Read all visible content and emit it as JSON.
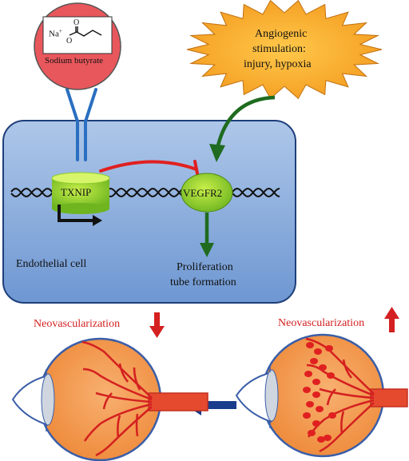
{
  "compound": {
    "label": "Sodium butyrate",
    "ion": "Na",
    "charge": "+",
    "o_top": "O",
    "o_bottom": "O"
  },
  "stimulus": {
    "line1": "Angiogenic",
    "line2": "stimulation:",
    "line3": "injury, hypoxia"
  },
  "cell": {
    "label": "Endothelial cell",
    "txnip_label": "TXNIP",
    "vegfr2_label": "VEGFR2",
    "outcome_line1": "Proliferation",
    "outcome_line2": "tube formation"
  },
  "neovascularization": {
    "left_label": "Neovascularization",
    "left_direction": "down",
    "right_label": "Neovascularization",
    "right_direction": "up"
  },
  "colors": {
    "inhibition": "#e02020",
    "activation": "#1f6b1f",
    "receptor": "#2a6fc0",
    "label_red": "#d42020",
    "eye_orange": "#f08c40",
    "transition_arrow": "#1a3c8c"
  }
}
